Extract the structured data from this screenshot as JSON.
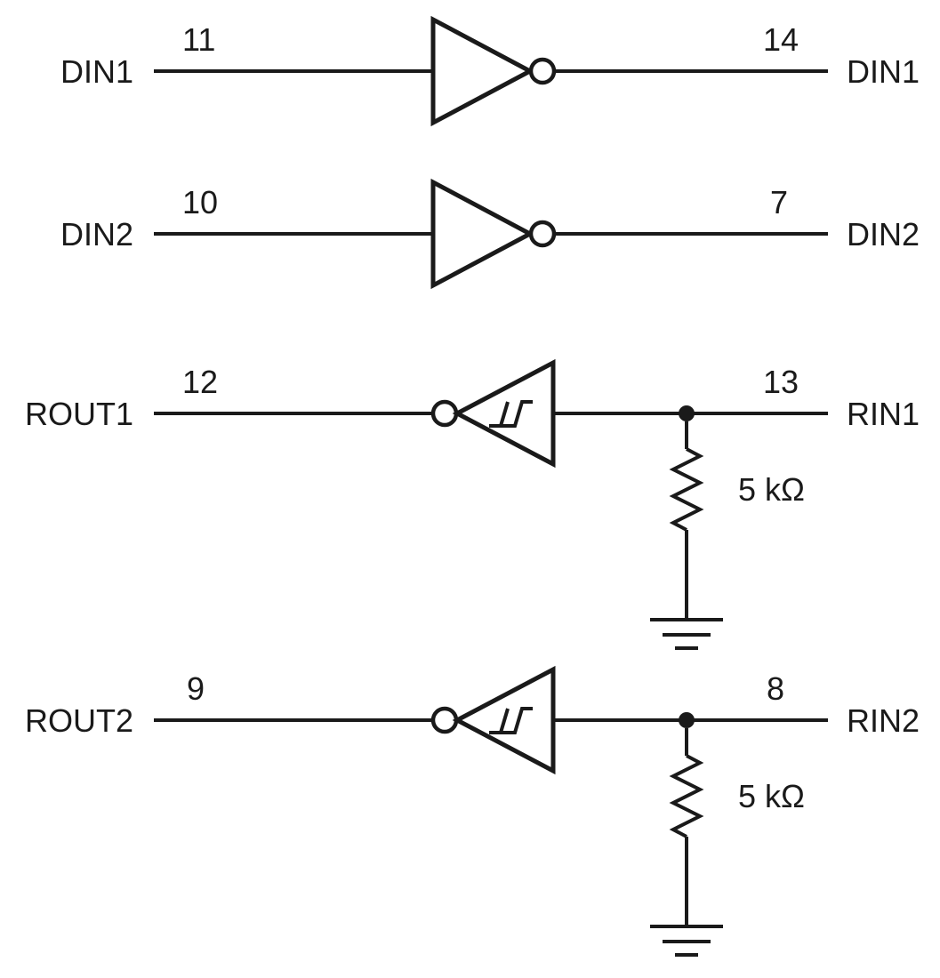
{
  "colors": {
    "line": "#1a1a1a",
    "background": "#ffffff"
  },
  "diagram": {
    "rows": [
      {
        "left_label": "DIN1",
        "left_pin": "11",
        "right_pin": "14",
        "right_label": "DIN1",
        "gate": "inverter"
      },
      {
        "left_label": "DIN2",
        "left_pin": "10",
        "right_pin": "7",
        "right_label": "DIN2",
        "gate": "inverter"
      },
      {
        "left_label": "ROUT1",
        "left_pin": "12",
        "right_pin": "13",
        "right_label": "RIN1",
        "gate": "schmitt-inverter",
        "resistor_label": "5 kΩ"
      },
      {
        "left_label": "ROUT2",
        "left_pin": "9",
        "right_pin": "8",
        "right_label": "RIN2",
        "gate": "schmitt-inverter",
        "resistor_label": "5 kΩ"
      }
    ]
  }
}
